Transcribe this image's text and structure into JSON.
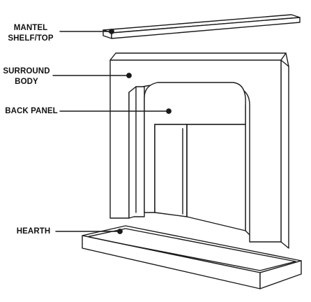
{
  "labels": {
    "mantel": {
      "line1": "MANTEL",
      "line2": "SHELF/TOP"
    },
    "surround": {
      "line1": "SURROUND",
      "line2": "BODY"
    },
    "back_panel": {
      "line1": "BACK PANEL"
    },
    "hearth": {
      "line1": "HEARTH"
    }
  },
  "colors": {
    "line": "#1a1a1a",
    "background": "#ffffff"
  }
}
